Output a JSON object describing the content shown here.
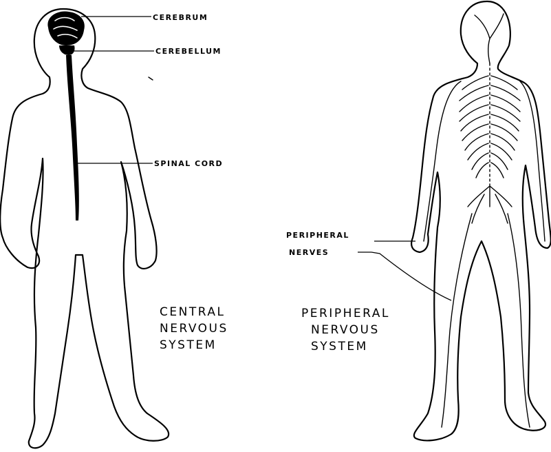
{
  "labels": {
    "cerebrum": "CEREBRUM",
    "cerebellum": "CEREBELLUM",
    "spinal_cord": "SPINAL CORD",
    "peripheral_nerves_line1": "PERIPHERAL",
    "peripheral_nerves_line2": "NERVES",
    "cns_title_line1": "CENTRAL",
    "cns_title_line2": "NERVOUS",
    "cns_title_line3": "SYSTEM",
    "pns_title_line1": "PERIPHERAL",
    "pns_title_line2": "NERVOUS",
    "pns_title_line3": "SYSTEM"
  },
  "colors": {
    "ink": "#000000",
    "paper": "#ffffff"
  }
}
